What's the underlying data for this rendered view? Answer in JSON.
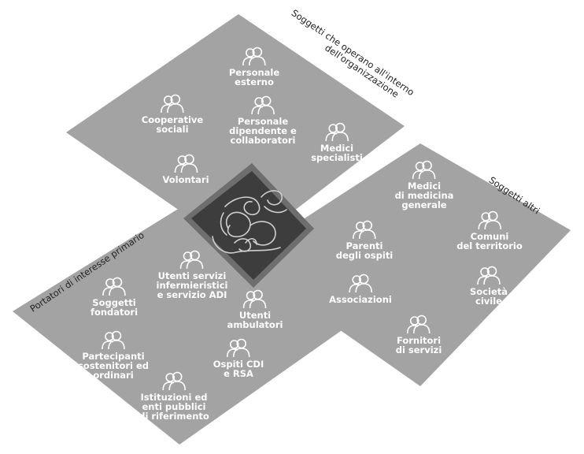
{
  "groups": {
    "internal": {
      "title_lines": [
        "Soggetti che operano all'interno",
        "dell'organizzazione"
      ],
      "members": [
        {
          "lines": [
            "Personale",
            "esterno"
          ],
          "icon": "people-icon"
        },
        {
          "lines": [
            "Cooperative",
            "sociali"
          ],
          "icon": "people-icon"
        },
        {
          "lines": [
            "Personale",
            "dipendente e",
            "collaboratori"
          ],
          "icon": "people-icon"
        },
        {
          "lines": [
            "Medici",
            "specialisti"
          ],
          "icon": "people-icon"
        },
        {
          "lines": [
            "Volontari"
          ],
          "icon": "people-icon"
        }
      ]
    },
    "others": {
      "title_lines": [
        "Soggetti altri"
      ],
      "members": [
        {
          "lines": [
            "Medici",
            "di medicina",
            "generale"
          ],
          "icon": "people-icon"
        },
        {
          "lines": [
            "Comuni",
            "del territorio"
          ],
          "icon": "people-icon"
        },
        {
          "lines": [
            "Parenti",
            "degli ospiti"
          ],
          "icon": "people-icon"
        },
        {
          "lines": [
            "Società",
            "civile"
          ],
          "icon": "people-icon"
        },
        {
          "lines": [
            "Associazioni"
          ],
          "icon": "people-icon"
        },
        {
          "lines": [
            "Fornitori",
            "di servizi"
          ],
          "icon": "people-icon"
        }
      ]
    },
    "primary": {
      "title_lines": [
        "Portatori di interesse primario"
      ],
      "members": [
        {
          "lines": [
            "Utenti servizi",
            "infermieristici",
            "e servizio ADI"
          ],
          "icon": "people-icon"
        },
        {
          "lines": [
            "Soggetti",
            "fondatori"
          ],
          "icon": "people-icon"
        },
        {
          "lines": [
            "Utenti",
            "ambulatori"
          ],
          "icon": "people-icon"
        },
        {
          "lines": [
            "Partecipanti",
            "sostenitori ed",
            "ordinari"
          ],
          "icon": "people-icon"
        },
        {
          "lines": [
            "Ospiti CDI",
            "e RSA"
          ],
          "icon": "people-icon"
        },
        {
          "lines": [
            "Istituzioni ed",
            "enti pubblici",
            "di riferimento"
          ],
          "icon": "people-icon"
        }
      ]
    }
  },
  "center": {
    "emblem": "ornament-logo"
  },
  "colors": {
    "panel": "#a3a3a3",
    "center": "#3d3d3d",
    "center_edge": "#6e6e6e",
    "text": "#ffffff",
    "caption": "#222222"
  }
}
